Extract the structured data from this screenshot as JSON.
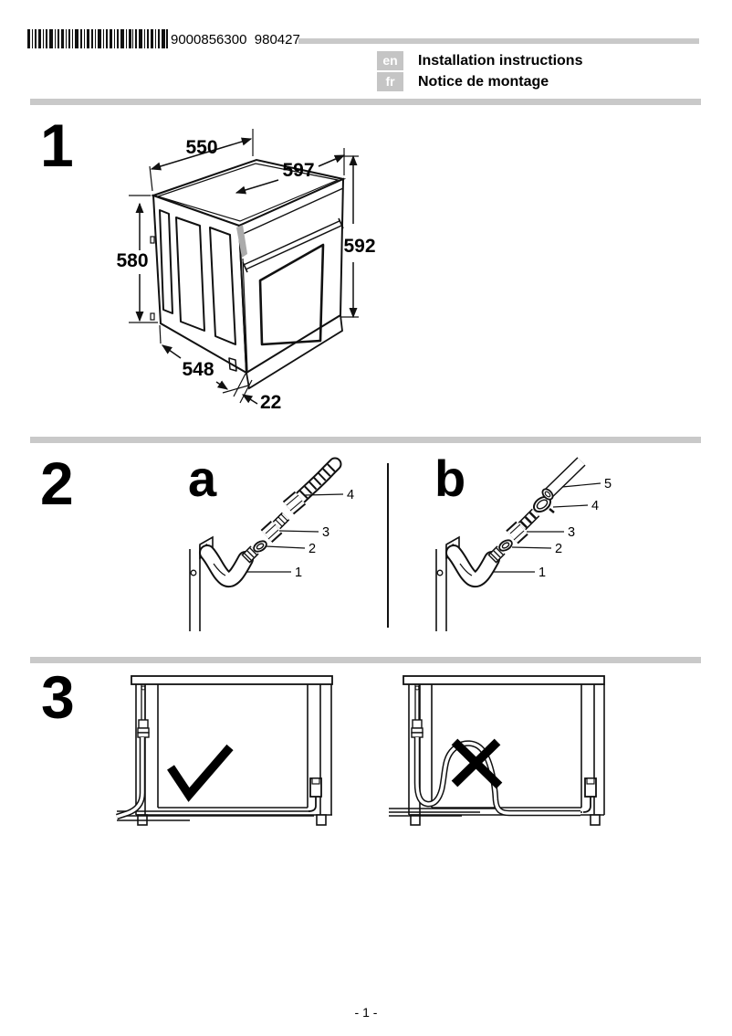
{
  "page": {
    "barcode_number": "9000856300  980427",
    "page_number": "- 1 -"
  },
  "header": {
    "languages": [
      {
        "code": "en",
        "title": "Installation instructions"
      },
      {
        "code": "fr",
        "title": "Notice de montage"
      }
    ]
  },
  "section1": {
    "number": "1",
    "dimensions": {
      "top_depth": "550",
      "front_width": "597",
      "height_right": "592",
      "height_left": "580",
      "bottom_depth": "548",
      "door_gap": "22"
    }
  },
  "section2": {
    "number": "2",
    "variant_a": {
      "label": "a",
      "part1": "1",
      "part2": "2",
      "part3": "3",
      "part4": "4"
    },
    "variant_b": {
      "label": "b",
      "part1": "1",
      "part2": "2",
      "part3": "3",
      "part4": "4",
      "part5": "5"
    }
  },
  "section3": {
    "number": "3"
  },
  "colors": {
    "divider_gray": "#c9c9c9",
    "badge_gray": "#c5c5c5",
    "ink": "#111111"
  }
}
